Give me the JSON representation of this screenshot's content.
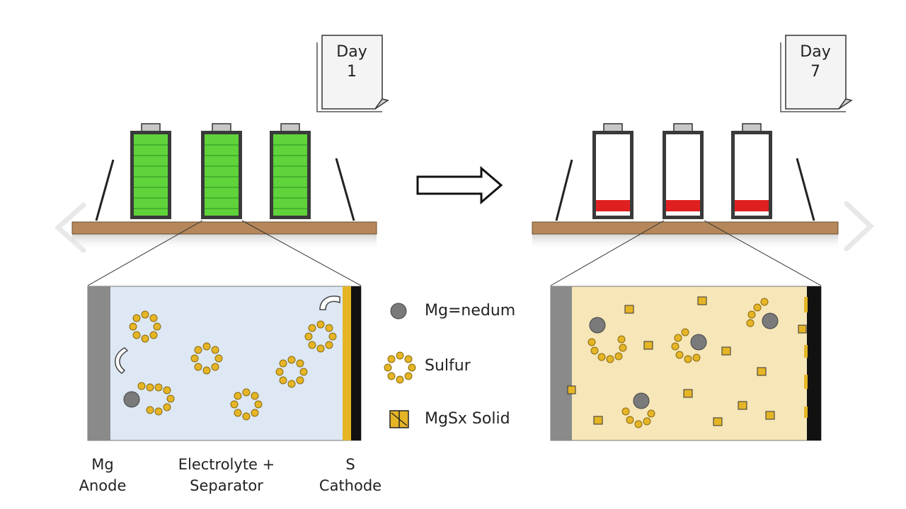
{
  "calendar_left": {
    "line1": "Day",
    "line2": "1"
  },
  "calendar_right": {
    "line1": "Day",
    "line2": "7"
  },
  "legend": {
    "magnesium": "Mg=nedum",
    "sulfur": "Sulfur",
    "mgsx": "MgSx Solid"
  },
  "labels": {
    "anode_1": "Mg",
    "anode_2": "Anode",
    "electrolyte_1": "Electrolyte +",
    "electrolyte_2": "Separator",
    "cathode_1": "S",
    "cathode_2": "Cathode"
  },
  "colors": {
    "charged": "#5fd33a",
    "depleted": "#e02020",
    "shelf": "#b5875a",
    "electrolyte_fresh": "#dde8f4",
    "electrolyte_aged": "#f6e6b8",
    "sulfur": "#e5b526",
    "anode": "#8a8a8a",
    "cathode": "#111111"
  },
  "battery_state": {
    "day1_fill": 1.0,
    "day7_fill": 0.12
  }
}
